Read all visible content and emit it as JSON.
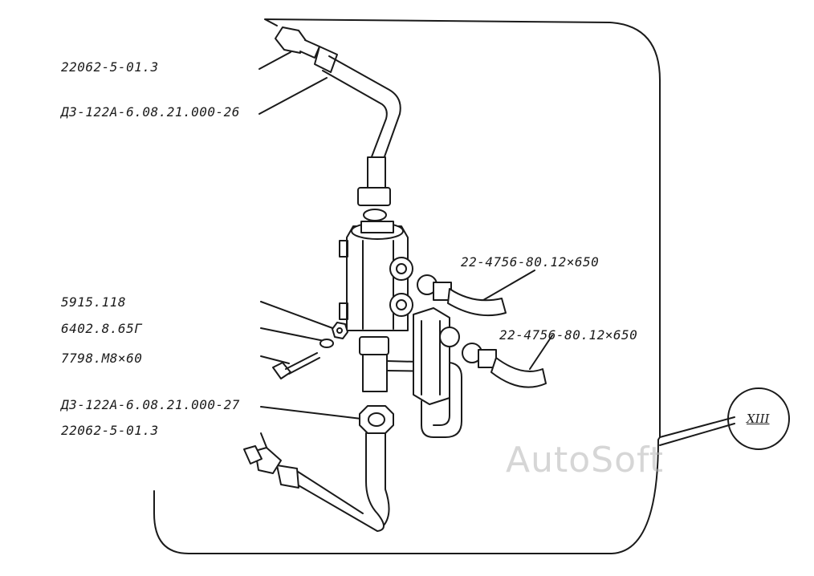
{
  "labels": [
    "22062-5-01.3",
    "ДЗ-122А-6.08.21.000-26",
    "22-4756-80.12×650",
    "22-4756-80.12×650",
    "5915.118",
    "6402.8.65Г",
    "7798.М8×60",
    "ДЗ-122А-6.08.21.000-27",
    "22062-5-01.3"
  ],
  "section_mark": "XIII",
  "watermark": "AutoSoft",
  "colors": {
    "ink": "#1a1a1a",
    "watermark": "#b4b4b4"
  }
}
